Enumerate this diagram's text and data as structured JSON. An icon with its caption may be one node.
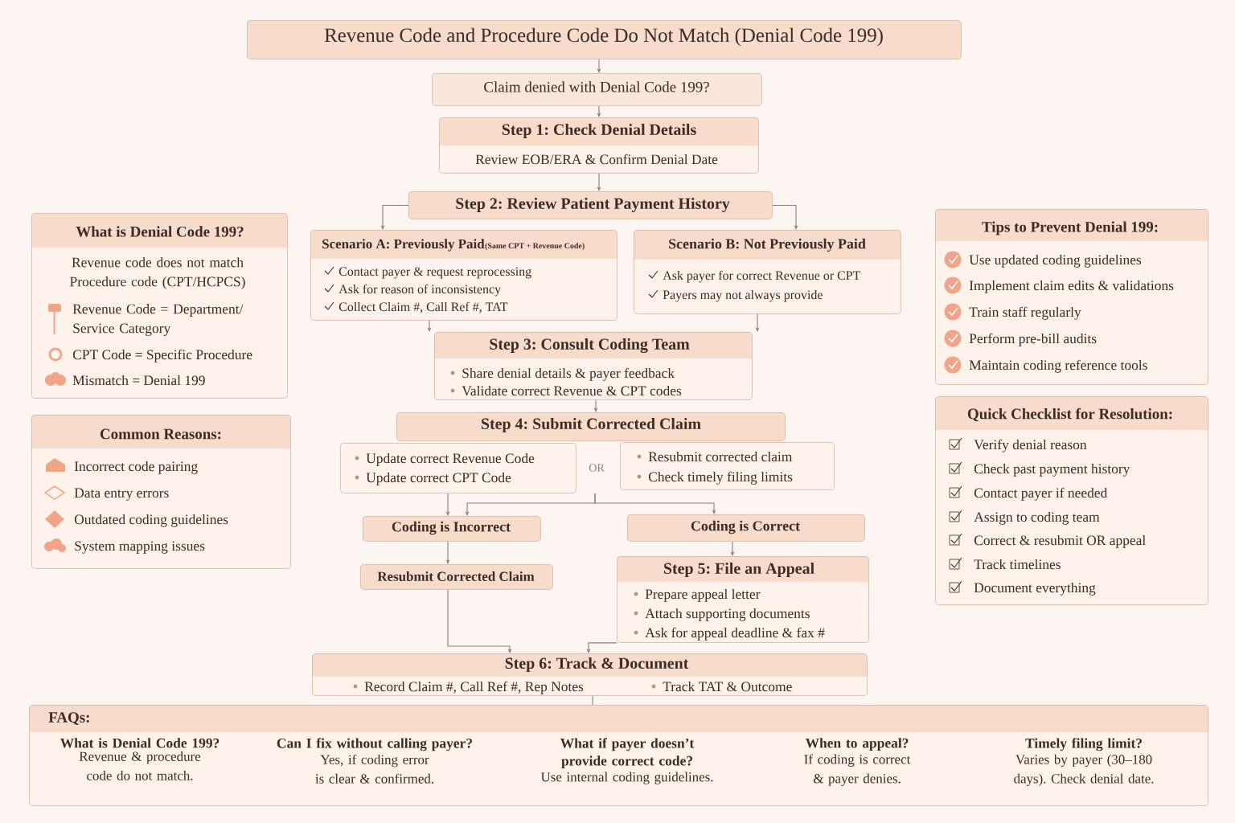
{
  "diagram": {
    "nodes": [
      {
        "text": [
          "Revenue Code and Procedure Code Do Not Match (Denial Code 199)"
        ]
      },
      {
        "text": [
          "Claim denied with Denial Code 199?"
        ]
      },
      {
        "text": [
          "Step 1: Check Denial Details",
          "Review EOB/ERA & Confirm Denial Date"
        ]
      },
      {
        "text": [
          "Step 2: Review Patient Payment History"
        ]
      },
      {
        "text": [
          "What is Denial Code 199?",
          "Revenue code does not match Procedure code (CPT/HCPCS)",
          "Revenue Code = Department/ Service Category",
          "CPT Code = Specific Procedure",
          "Mismatch = Denial 199"
        ]
      },
      {
        "text": [
          "Scenario A: Previously Paid",
          "(Same CPT + Revenue Code)",
          "Contact payer & request reprocessing",
          "Ask for reason of inconsistency",
          "Collect Claim #, Call Ref #, TAT"
        ]
      },
      {
        "text": [
          "Scenario B: Not Previously Paid",
          "Ask payer for correct Revenue or CPT",
          "Payers may not always provide"
        ]
      },
      {
        "text": [
          "Tips to Prevent Denial 199:",
          "Use updated coding guidelines",
          "Implement claim edits & validations",
          "Train staff regularly",
          "Perform pre-bill audits",
          "Maintain coding reference tools"
        ]
      },
      {
        "text": [
          "Step 3: Consult Coding Team",
          "Share denial details & payer feedback",
          "Validate correct Revenue & CPT codes"
        ]
      },
      {
        "text": [
          "Common Reasons:",
          "Incorrect code pairing",
          "Data entry errors",
          "Outdated coding guidelines",
          "System mapping issues"
        ]
      },
      {
        "text": [
          "Quick Checklist for Resolution:",
          "Verify denial reason",
          "Check past payment history",
          "Contact payer if needed",
          "Assign to coding team",
          "Correct & resubmit OR appeal",
          "Track timelines",
          "Document everything"
        ]
      },
      {
        "text": [
          "Step 4: Submit Corrected Claim"
        ]
      },
      {
        "text": [
          "Update correct Revenue Code",
          "Update correct CPT Code"
        ]
      },
      {
        "text": [
          "Resubmit corrected claim",
          "Check timely filing limits"
        ]
      },
      {
        "text": [
          "Coding is Incorrect"
        ]
      },
      {
        "text": [
          "Coding is Correct"
        ]
      },
      {
        "text": [
          "Resubmit Corrected Claim"
        ]
      },
      {
        "text": [
          "Step 5: File an Appeal",
          "Prepare appeal letter",
          "Attach supporting documents",
          "Ask for appeal deadline & fax #"
        ]
      },
      {
        "text": [
          "Step 6: Track & Document",
          "Record Claim #, Call Ref #, Rep Notes",
          "Track TAT & Outcome"
        ]
      },
      {
        "text": [
          "FAQs:"
        ]
      },
      {
        "text": [
          "What is Denial Code 199?",
          "Revenue & procedure code do not match."
        ],
        "in": 19
      },
      {
        "text": [
          "Can I fix without calling payer?",
          "Yes, if coding error is clear & confirmed."
        ],
        "in": 19
      },
      {
        "text": [
          "What if payer doesn’t provide correct code?",
          "Use internal coding guidelines."
        ],
        "in": 19
      },
      {
        "text": [
          "When to appeal?",
          "If coding is correct & payer denies."
        ],
        "in": 19
      },
      {
        "text": [
          "Timely filing limit?",
          "Varies by payer (30–180 days). Check denial date."
        ],
        "in": 19
      }
    ],
    "edges": [
      {
        "from": 0,
        "to": 1,
        "arrow": "to"
      },
      {
        "from": 1,
        "to": 2,
        "arrow": "to"
      },
      {
        "from": 2,
        "to": 3,
        "arrow": "to"
      },
      {
        "from": 3,
        "to": 5,
        "arrow": "to"
      },
      {
        "from": 3,
        "to": 6,
        "arrow": "to"
      },
      {
        "from": 5,
        "to": 8,
        "arrow": "to"
      },
      {
        "from": 6,
        "to": 8,
        "arrow": "to"
      },
      {
        "from": 8,
        "to": 11,
        "arrow": "to"
      },
      {
        "from": 12,
        "to": 14,
        "arrow": "to"
      },
      {
        "from": null,
        "to": 14,
        "arrow": "to"
      },
      {
        "from": null,
        "to": 15,
        "arrow": "to"
      },
      {
        "from": 14,
        "to": 16,
        "arrow": "to"
      },
      {
        "from": 15,
        "to": 17,
        "arrow": "to"
      },
      {
        "from": 16,
        "to": 18,
        "arrow": "to"
      },
      {
        "from": 17,
        "to": 18,
        "arrow": "to"
      },
      {
        "from": 18,
        "to": 19,
        "arrow": "none"
      }
    ],
    "labels": [
      "OR"
    ]
  }
}
